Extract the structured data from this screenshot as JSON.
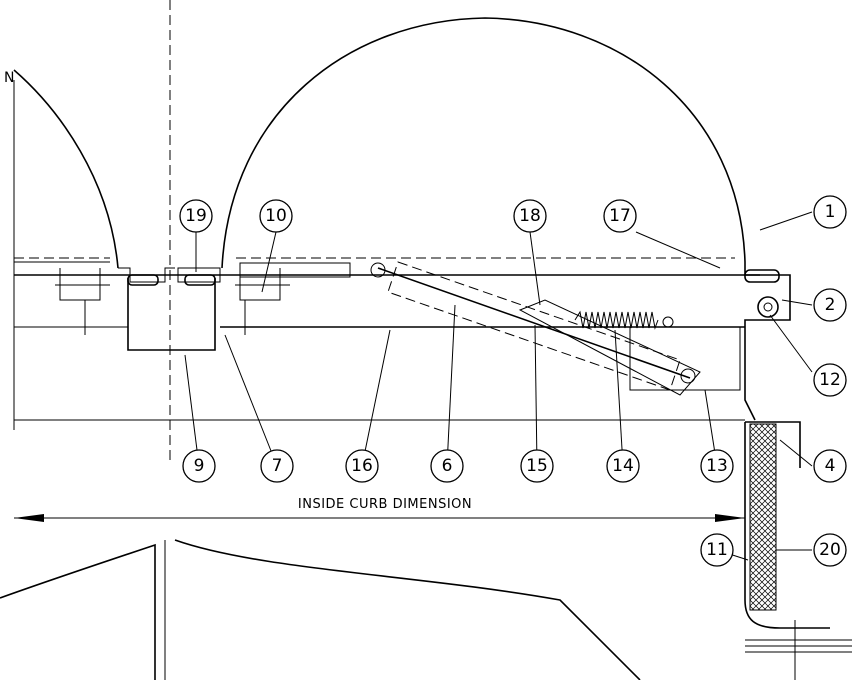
{
  "drawing": {
    "dimension_label": "INSIDE CURB DIMENSION",
    "edge_fragment": "N",
    "callouts": [
      {
        "id": "1",
        "label": "1"
      },
      {
        "id": "2",
        "label": "2"
      },
      {
        "id": "4",
        "label": "4"
      },
      {
        "id": "6",
        "label": "6"
      },
      {
        "id": "7",
        "label": "7"
      },
      {
        "id": "9",
        "label": "9"
      },
      {
        "id": "10",
        "label": "10"
      },
      {
        "id": "11",
        "label": "11"
      },
      {
        "id": "12",
        "label": "12"
      },
      {
        "id": "13",
        "label": "13"
      },
      {
        "id": "14",
        "label": "14"
      },
      {
        "id": "15",
        "label": "15"
      },
      {
        "id": "16",
        "label": "16"
      },
      {
        "id": "17",
        "label": "17"
      },
      {
        "id": "18",
        "label": "18"
      },
      {
        "id": "19",
        "label": "19"
      },
      {
        "id": "20",
        "label": "20"
      }
    ]
  }
}
